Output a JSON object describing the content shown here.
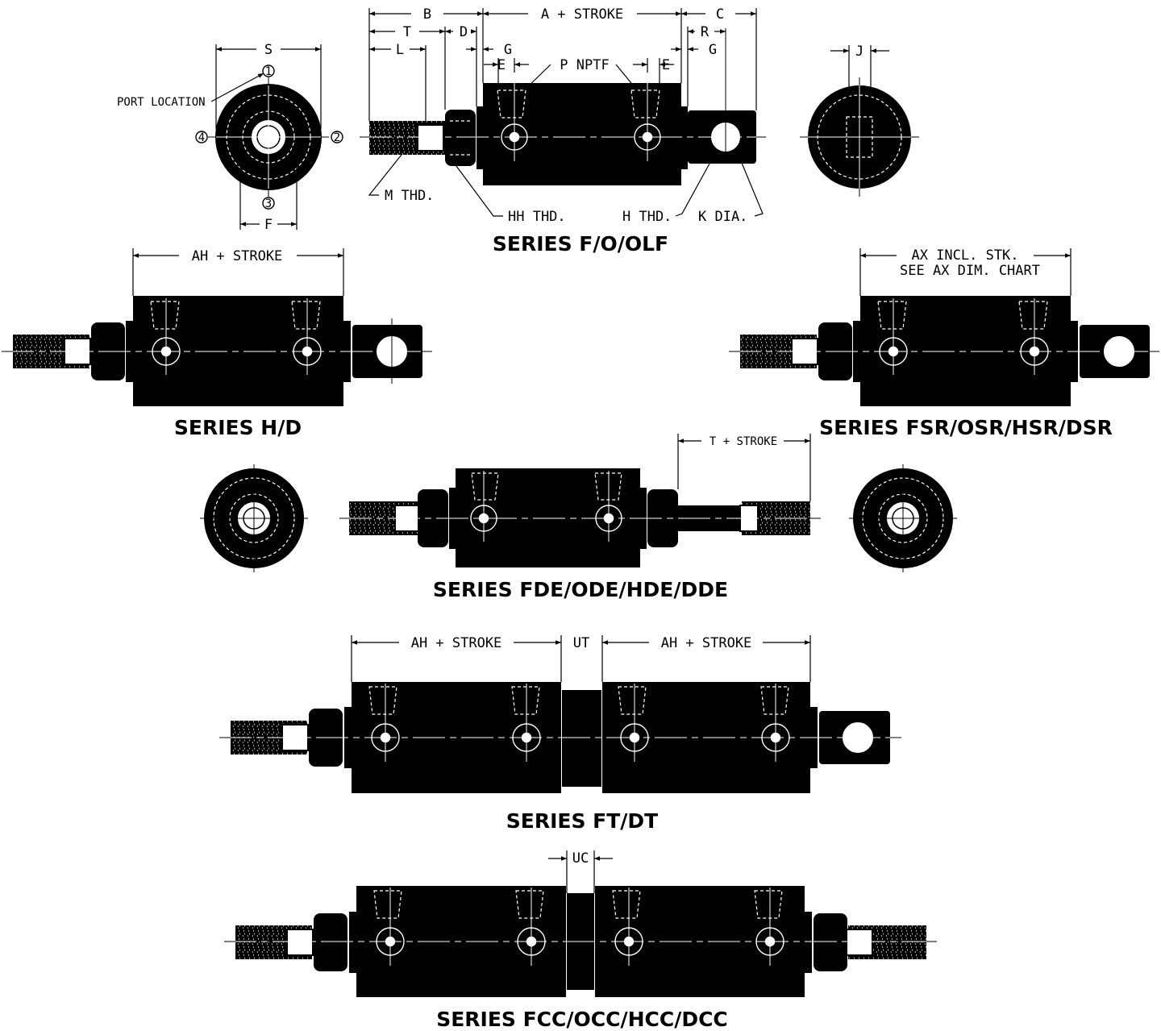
{
  "labels": {
    "s": "S",
    "port_location": "PORT LOCATION",
    "port1": "1",
    "port2": "2",
    "port3": "3",
    "port4": "4",
    "f": "F",
    "b": "B",
    "t": "T",
    "l": "L",
    "d": "D",
    "g_left": "G",
    "e_left": "E",
    "a_stroke": "A + STROKE",
    "p_nptf": "P NPTF",
    "e_right": "E",
    "c": "C",
    "r": "R",
    "g_right": "G",
    "j": "J",
    "m_thd": "M THD.",
    "hh_thd": "HH THD.",
    "h_thd": "H THD.",
    "k_dia": "K DIA.",
    "ah_stroke_hd": "AH + STROKE",
    "ax_line1": "AX INCL. STK.",
    "ax_line2": "SEE AX DIM. CHART",
    "t_stroke": "T + STROKE",
    "ah_stroke_ft_left": "AH + STROKE",
    "ut": "UT",
    "ah_stroke_ft_right": "AH + STROKE",
    "uc": "UC"
  },
  "series": {
    "f_o_olf": "SERIES F/O/OLF",
    "h_d": "SERIES H/D",
    "fsr": "SERIES FSR/OSR/HSR/DSR",
    "fde": "SERIES FDE/ODE/HDE/DDE",
    "ft_dt": "SERIES FT/DT",
    "fcc": "SERIES FCC/OCC/HCC/DCC"
  }
}
